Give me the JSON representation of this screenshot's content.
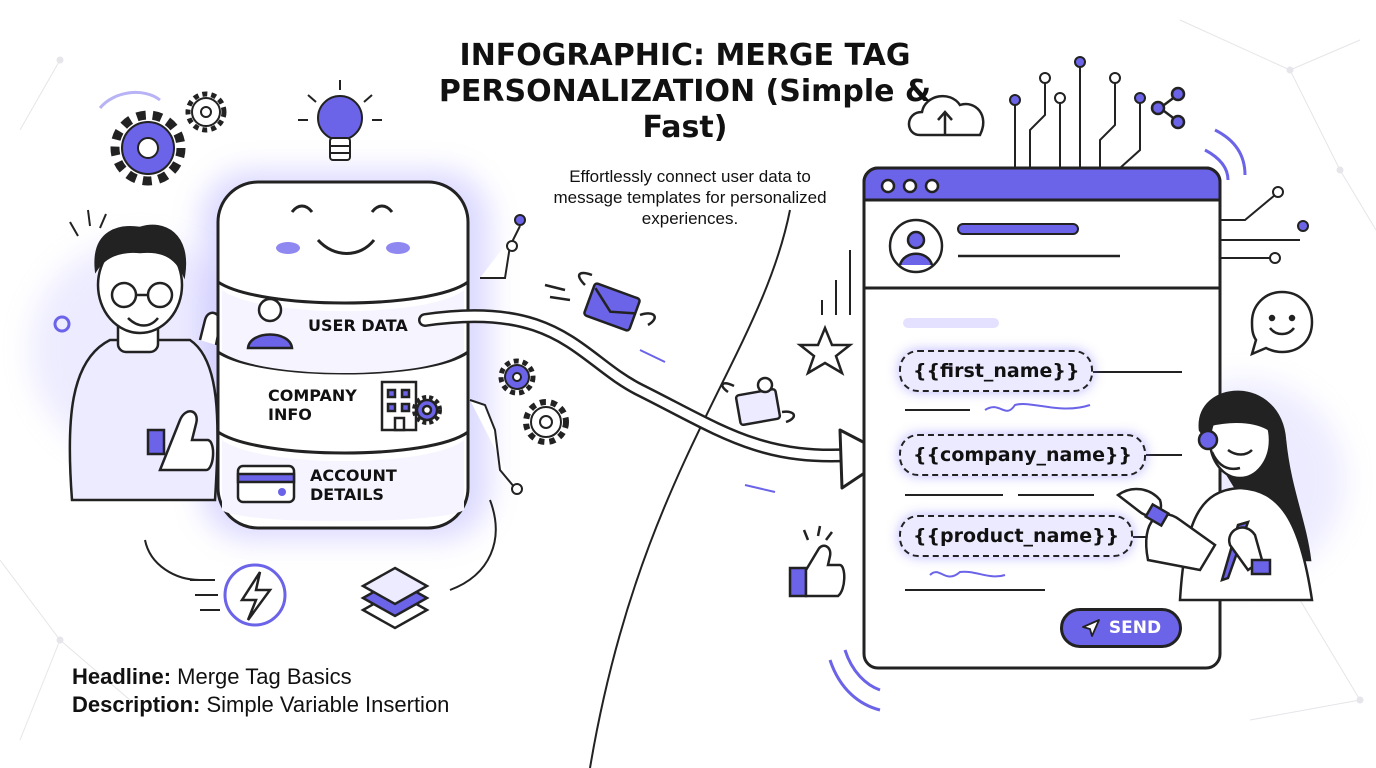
{
  "header": {
    "title": "INFOGRAPHIC: MERGE TAG PERSONALIZATION (Simple & Fast)",
    "subtitle": "Effortlessly connect user data to message templates for personalized experiences."
  },
  "database": {
    "sections": [
      "USER DATA",
      "COMPANY INFO",
      "ACCOUNT DETAILS"
    ]
  },
  "template": {
    "tags": [
      "{{first_name}}",
      "{{company_name}}",
      "{{product_name}}"
    ],
    "send_label": "SEND"
  },
  "footer": {
    "headline_key": "Headline:",
    "headline_value": "Merge Tag Basics",
    "description_key": "Description:",
    "description_value": "Simple Variable Insertion"
  },
  "colors": {
    "accent": "#6b63e8",
    "accent_light": "#eceaff",
    "ink": "#222222"
  },
  "icons": [
    "gear-icon",
    "lightbulb-icon",
    "user-icon",
    "building-icon",
    "credit-card-icon",
    "lightning-icon",
    "layers-icon",
    "envelope-icon",
    "cloud-upload-icon",
    "share-icon",
    "chat-smiley-icon",
    "thumbs-up-icon",
    "star-icon",
    "send-icon"
  ]
}
